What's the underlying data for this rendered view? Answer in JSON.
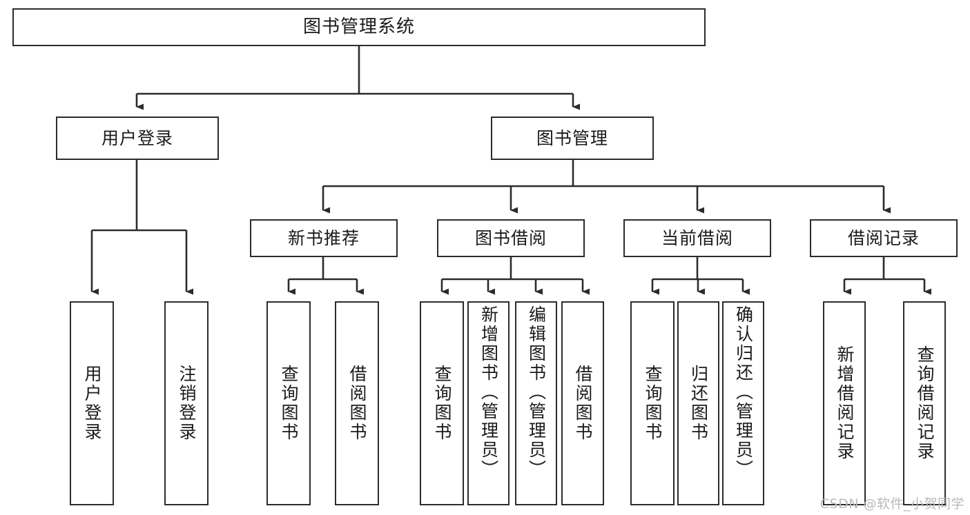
{
  "diagram": {
    "type": "tree-hierarchy",
    "title": "图书管理系统",
    "watermark": "CSDN @软件_小贺同学",
    "colors": {
      "stroke": "#2b2b2b",
      "fill": "#ffffff",
      "text": "#1a1a1a",
      "watermark": "#b9b9b9"
    },
    "levels": {
      "root": {
        "label": "图书管理系统"
      },
      "modules": [
        {
          "id": "m1",
          "label": "用户登录"
        },
        {
          "id": "m2",
          "label": "图书管理"
        }
      ],
      "submodules": [
        {
          "id": "s1",
          "parent": "m2",
          "label": "新书推荐"
        },
        {
          "id": "s2",
          "parent": "m2",
          "label": "图书借阅"
        },
        {
          "id": "s3",
          "parent": "m2",
          "label": "当前借阅"
        },
        {
          "id": "s4",
          "parent": "m2",
          "label": "借阅记录"
        }
      ],
      "leaves": [
        {
          "id": "l1",
          "parent": "m1",
          "label": "用户登录"
        },
        {
          "id": "l2",
          "parent": "m1",
          "label": "注销登录"
        },
        {
          "id": "l3",
          "parent": "s1",
          "label": "查询图书"
        },
        {
          "id": "l4",
          "parent": "s1",
          "label": "借阅图书"
        },
        {
          "id": "l5",
          "parent": "s2",
          "label": "查询图书"
        },
        {
          "id": "l6",
          "parent": "s2",
          "label": "新增图书（管理员）"
        },
        {
          "id": "l7",
          "parent": "s2",
          "label": "编辑图书（管理员）"
        },
        {
          "id": "l8",
          "parent": "s2",
          "label": "借阅图书"
        },
        {
          "id": "l9",
          "parent": "s3",
          "label": "查询图书"
        },
        {
          "id": "l10",
          "parent": "s3",
          "label": "归还图书"
        },
        {
          "id": "l11",
          "parent": "s3",
          "label": "确认归还（管理员）"
        },
        {
          "id": "l12",
          "parent": "s4",
          "label": "新增借阅记录"
        },
        {
          "id": "l13",
          "parent": "s4",
          "label": "查询借阅记录"
        }
      ]
    }
  }
}
